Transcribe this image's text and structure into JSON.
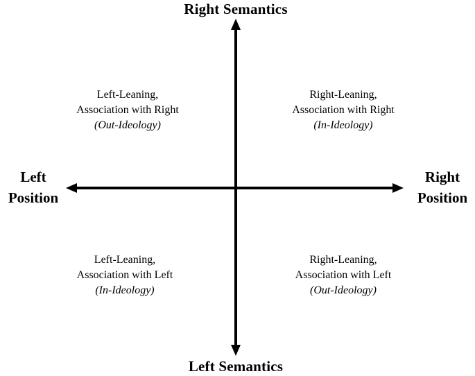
{
  "diagram": {
    "type": "quadrant-diagram",
    "colors": {
      "foreground": "#000000",
      "background": "#ffffff"
    },
    "axes": {
      "vertical": {
        "positive_label": "Right Semantics",
        "negative_label": "Left Semantics"
      },
      "horizontal": {
        "negative_label_line1": "Left",
        "negative_label_line2": "Position",
        "positive_label_line1": "Right",
        "positive_label_line2": "Position"
      }
    },
    "quadrants": {
      "top_left": {
        "line1": "Left-Leaning,",
        "line2": "Association with Right",
        "ideology": "(Out-Ideology)"
      },
      "top_right": {
        "line1": "Right-Leaning,",
        "line2": "Association with Right",
        "ideology": "(In-Ideology)"
      },
      "bottom_left": {
        "line1": "Left-Leaning,",
        "line2": "Association with Left",
        "ideology": "(In-Ideology)"
      },
      "bottom_right": {
        "line1": "Right-Leaning,",
        "line2": "Association with Left",
        "ideology": "(Out-Ideology)"
      }
    }
  }
}
